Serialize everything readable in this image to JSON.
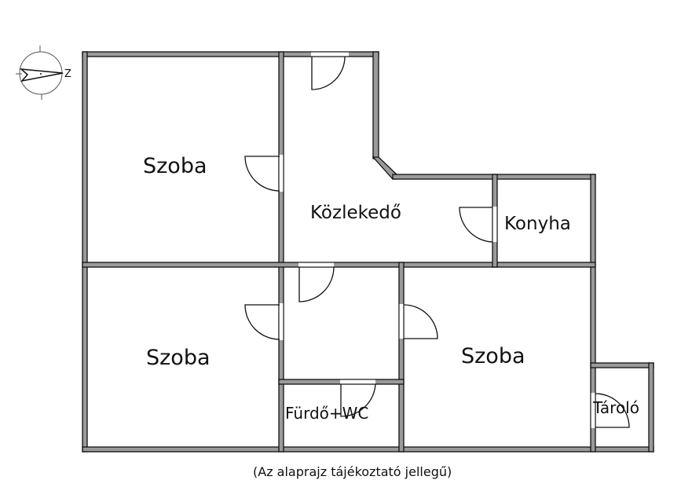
{
  "compass": {
    "label": "Z"
  },
  "rooms": {
    "szoba_top_left": "Szoba",
    "kozlekedo": "Közlekedő",
    "konyha": "Konyha",
    "szoba_bottom_left": "Szoba",
    "szoba_right": "Szoba",
    "furdo_wc": "Fürdő+WC",
    "tarolo": "Tároló"
  },
  "note": "(Az alaprajz tájékoztató jellegű)"
}
